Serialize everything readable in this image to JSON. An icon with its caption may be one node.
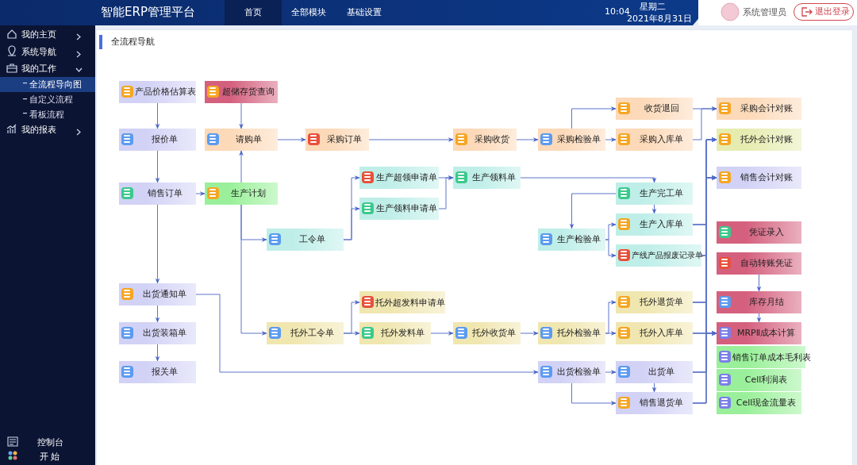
{
  "diagram": {
    "title": "全流程导航",
    "nodes": [
      {
        "text": [
          "产品价格估算表"
        ]
      },
      {
        "text": [
          "超储存货查询"
        ]
      },
      {
        "text": [
          "报价单"
        ]
      },
      {
        "text": [
          "请购单"
        ]
      },
      {
        "text": [
          "采购订单"
        ]
      },
      {
        "text": [
          "采购收货"
        ]
      },
      {
        "text": [
          "采购检验单"
        ]
      },
      {
        "text": [
          "收货退回"
        ]
      },
      {
        "text": [
          "采购入库单"
        ]
      },
      {
        "text": [
          "采购会计对账"
        ]
      },
      {
        "text": [
          "托外会计对账"
        ]
      },
      {
        "text": [
          "销售订单"
        ]
      },
      {
        "text": [
          "生产计划"
        ]
      },
      {
        "text": [
          "生产超领申请单"
        ]
      },
      {
        "text": [
          "生产领料申请单"
        ]
      },
      {
        "text": [
          "生产领料单"
        ]
      },
      {
        "text": [
          "销售会计对账"
        ]
      },
      {
        "text": [
          "生产完工单"
        ]
      },
      {
        "text": [
          "生产入库单"
        ]
      },
      {
        "text": [
          "工令单"
        ]
      },
      {
        "text": [
          "生产检验单"
        ]
      },
      {
        "text": [
          "凭证录入"
        ]
      },
      {
        "text": [
          "产线产品报废记录单"
        ]
      },
      {
        "text": [
          "自动转账凭证"
        ]
      },
      {
        "text": [
          "出货通知单"
        ]
      },
      {
        "text": [
          "托外超发料申请单"
        ]
      },
      {
        "text": [
          "托外退货单"
        ]
      },
      {
        "text": [
          "库存月结"
        ]
      },
      {
        "text": [
          "出货装箱单"
        ]
      },
      {
        "text": [
          "托外工令单"
        ]
      },
      {
        "text": [
          "托外发料单"
        ]
      },
      {
        "text": [
          "托外收货单"
        ]
      },
      {
        "text": [
          "托外检验单"
        ]
      },
      {
        "text": [
          "托外入库单"
        ]
      },
      {
        "text": [
          "MRPⅡ成本计算"
        ]
      },
      {
        "text": [
          "销售订单成本毛利表"
        ]
      },
      {
        "text": [
          "报关单"
        ]
      },
      {
        "text": [
          "出货检验单"
        ]
      },
      {
        "text": [
          "出货单"
        ]
      },
      {
        "text": [
          "Cell利润表"
        ]
      },
      {
        "text": [
          "销售退货单"
        ]
      },
      {
        "text": [
          "Cell现金流量表"
        ]
      }
    ],
    "edges": [
      {
        "from": 0,
        "to": 2,
        "arrow": "to"
      },
      {
        "from": 1,
        "to": 3,
        "arrow": "to"
      },
      {
        "from": 2,
        "to": 11,
        "arrow": "to"
      },
      {
        "from": 11,
        "to": 24,
        "arrow": "to"
      },
      {
        "from": 24,
        "to": 28,
        "arrow": "to"
      },
      {
        "from": 28,
        "to": 36,
        "arrow": "to"
      },
      {
        "from": 11,
        "to": 12,
        "arrow": "to"
      },
      {
        "from": 12,
        "to": 3,
        "arrow": "to"
      },
      {
        "from": 12,
        "to": 19,
        "arrow": "to"
      },
      {
        "from": 12,
        "to": 29,
        "arrow": "to"
      },
      {
        "from": 3,
        "to": 4,
        "arrow": "to"
      },
      {
        "from": 4,
        "to": 5,
        "arrow": "to"
      },
      {
        "from": 5,
        "to": 6,
        "arrow": "to"
      },
      {
        "from": 6,
        "to": 7,
        "arrow": "to"
      },
      {
        "from": 6,
        "to": 8,
        "arrow": "to"
      },
      {
        "from": 7,
        "to": 9,
        "arrow": "to"
      },
      {
        "from": 8,
        "to": 9,
        "arrow": "to"
      },
      {
        "from": 19,
        "to": 13,
        "arrow": "to"
      },
      {
        "from": 19,
        "to": 14,
        "arrow": "to"
      },
      {
        "from": 13,
        "to": 15,
        "arrow": "to"
      },
      {
        "from": 14,
        "to": 15,
        "arrow": "to"
      },
      {
        "from": 15,
        "to": 17,
        "arrow": "to"
      },
      {
        "from": 17,
        "to": 18,
        "arrow": "to"
      },
      {
        "from": 17,
        "to": 20,
        "arrow": "to"
      },
      {
        "from": 20,
        "to": 18,
        "arrow": "to"
      },
      {
        "from": 20,
        "to": 22,
        "arrow": "to"
      },
      {
        "from": 18,
        "to": 10,
        "arrow": "to"
      },
      {
        "from": 18,
        "to": 16,
        "arrow": "to"
      },
      {
        "from": 18,
        "to": 34,
        "arrow": "to"
      },
      {
        "from": 22,
        "to": 10,
        "arrow": "to"
      },
      {
        "from": 22,
        "to": 16,
        "arrow": "to"
      },
      {
        "from": 22,
        "to": 34,
        "arrow": "to"
      },
      {
        "from": 26,
        "to": 10,
        "arrow": "to"
      },
      {
        "from": 26,
        "to": 16,
        "arrow": "to"
      },
      {
        "from": 26,
        "to": 34,
        "arrow": "to"
      },
      {
        "from": 33,
        "to": 10,
        "arrow": "to"
      },
      {
        "from": 33,
        "to": 16,
        "arrow": "to"
      },
      {
        "from": 33,
        "to": 34,
        "arrow": "to"
      },
      {
        "from": 38,
        "to": 10,
        "arrow": "to"
      },
      {
        "from": 38,
        "to": 16,
        "arrow": "to"
      },
      {
        "from": 38,
        "to": 34,
        "arrow": "to"
      },
      {
        "from": 40,
        "to": 10,
        "arrow": "to"
      },
      {
        "from": 40,
        "to": 16,
        "arrow": "to"
      },
      {
        "from": 40,
        "to": 34,
        "arrow": "to"
      },
      {
        "from": 23,
        "to": 27,
        "arrow": "to"
      },
      {
        "from": 27,
        "to": 34,
        "arrow": "to"
      },
      {
        "from": 29,
        "to": 25,
        "arrow": "to"
      },
      {
        "from": 29,
        "to": 30,
        "arrow": "to"
      },
      {
        "from": 30,
        "to": 31,
        "arrow": "to"
      },
      {
        "from": 31,
        "to": 32,
        "arrow": "to"
      },
      {
        "from": 32,
        "to": 26,
        "arrow": "to"
      },
      {
        "from": 32,
        "to": 33,
        "arrow": "to"
      },
      {
        "from": 24,
        "to": 37,
        "arrow": "to"
      },
      {
        "from": 37,
        "to": 38,
        "arrow": "to"
      },
      {
        "from": 37,
        "to": 40,
        "arrow": "to"
      },
      {
        "from": 38,
        "to": 40,
        "arrow": "to"
      }
    ],
    "labels": [
      "智能ERP管理平台",
      "首页",
      "全部模块",
      "基础设置",
      "10:04",
      "星期二",
      "2021年8月31日",
      "系统管理员",
      "退出登录",
      "我的主页",
      "系统导航",
      "我的工作",
      "全流程导向图",
      "自定义流程",
      "看板流程",
      "我的报表",
      "控制台",
      "开 始"
    ]
  }
}
